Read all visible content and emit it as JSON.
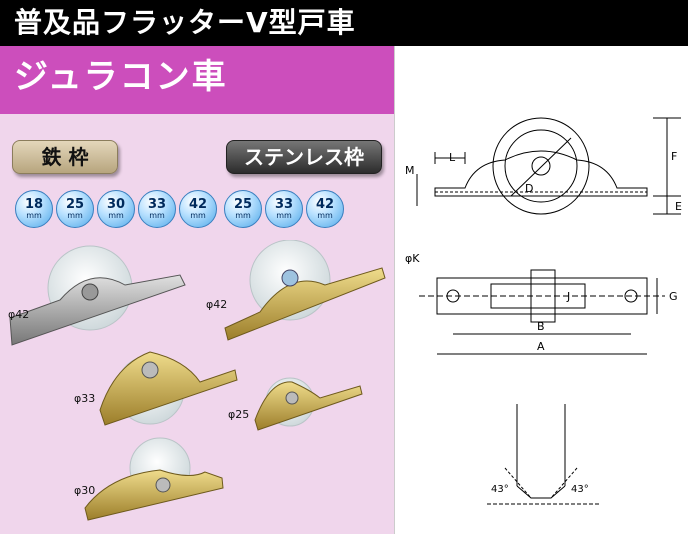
{
  "header": {
    "title": "普及品フラッターV型戸車"
  },
  "subtitle": "ジュラコン車",
  "frames": {
    "iron": {
      "label": "鉄 枠",
      "sizes": [
        {
          "value": "18",
          "unit": "mm"
        },
        {
          "value": "25",
          "unit": "mm"
        },
        {
          "value": "30",
          "unit": "mm"
        },
        {
          "value": "33",
          "unit": "mm"
        },
        {
          "value": "42",
          "unit": "mm"
        }
      ]
    },
    "stainless": {
      "label": "ステンレス枠",
      "sizes": [
        {
          "value": "25",
          "unit": "mm"
        },
        {
          "value": "33",
          "unit": "mm"
        },
        {
          "value": "42",
          "unit": "mm"
        }
      ]
    }
  },
  "products": {
    "iron42": "φ42",
    "stainless42": "φ42",
    "p33": "φ33",
    "p25": "φ25",
    "p30": "φ30"
  },
  "diagram": {
    "side": {
      "L": "L",
      "M": "M",
      "D": "D",
      "F": "F",
      "E": "E"
    },
    "top": {
      "K": "φK",
      "J": "J",
      "G": "G",
      "B": "B",
      "A": "A"
    },
    "groove": {
      "angle_left": "43°",
      "angle_right": "43°"
    }
  },
  "colors": {
    "header_bg": "#000000",
    "band": "#cc4ebc",
    "panel": "#f0d6ec",
    "brass": "#c8a94a",
    "steel": "#6b6b6b"
  }
}
